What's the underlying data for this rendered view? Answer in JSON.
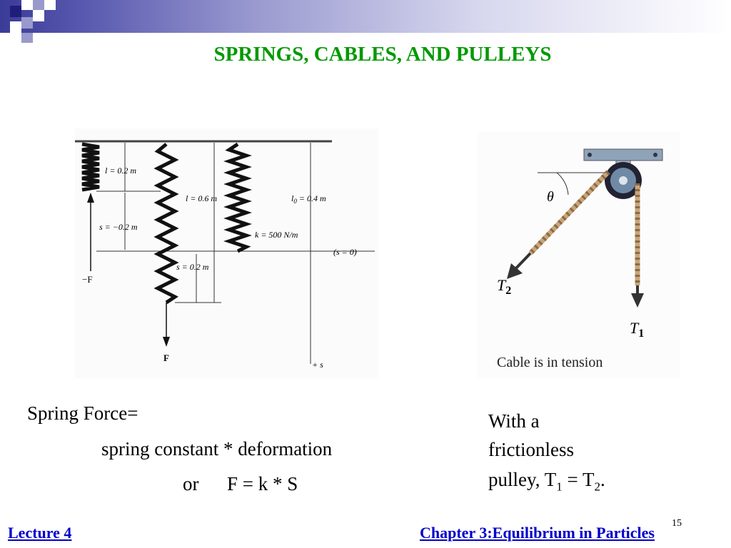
{
  "slide": {
    "title": "SPRINGS, CABLES, AND PULLEYS",
    "page_number": "15"
  },
  "spring_figure": {
    "label_l1": "l = 0.2 m",
    "label_s1": "s = −0.2 m",
    "label_negF": "−F",
    "label_l2": "l = 0.6 m",
    "label_s2": "s = 0.2 m",
    "label_F": "F",
    "label_l0": "l",
    "label_l0_sub": "0",
    "label_l0_val": " = 0.4 m",
    "label_k": "k = 500 N/m",
    "label_s0": "(s = 0)",
    "label_plus_s": "+ s"
  },
  "pulley_figure": {
    "label_theta": "θ",
    "label_T2": "T",
    "label_T2_sub": "2",
    "label_T1": "T",
    "label_T1_sub": "1",
    "caption": "Cable is in tension"
  },
  "body": {
    "spring_force_line1": "Spring Force=",
    "spring_force_line2": "spring constant *  deformation",
    "spring_force_or": "or",
    "spring_force_eq": "F = k *  S",
    "pulley_line1": "With a",
    "pulley_line2": "frictionless",
    "pulley_line3_pre": "pulley, T",
    "pulley_sub1": "1",
    "pulley_eq": " = T",
    "pulley_sub2": "2",
    "pulley_end": "."
  },
  "footer": {
    "left": "Lecture 4",
    "right": "Chapter 3:Equilibrium in Particles"
  }
}
